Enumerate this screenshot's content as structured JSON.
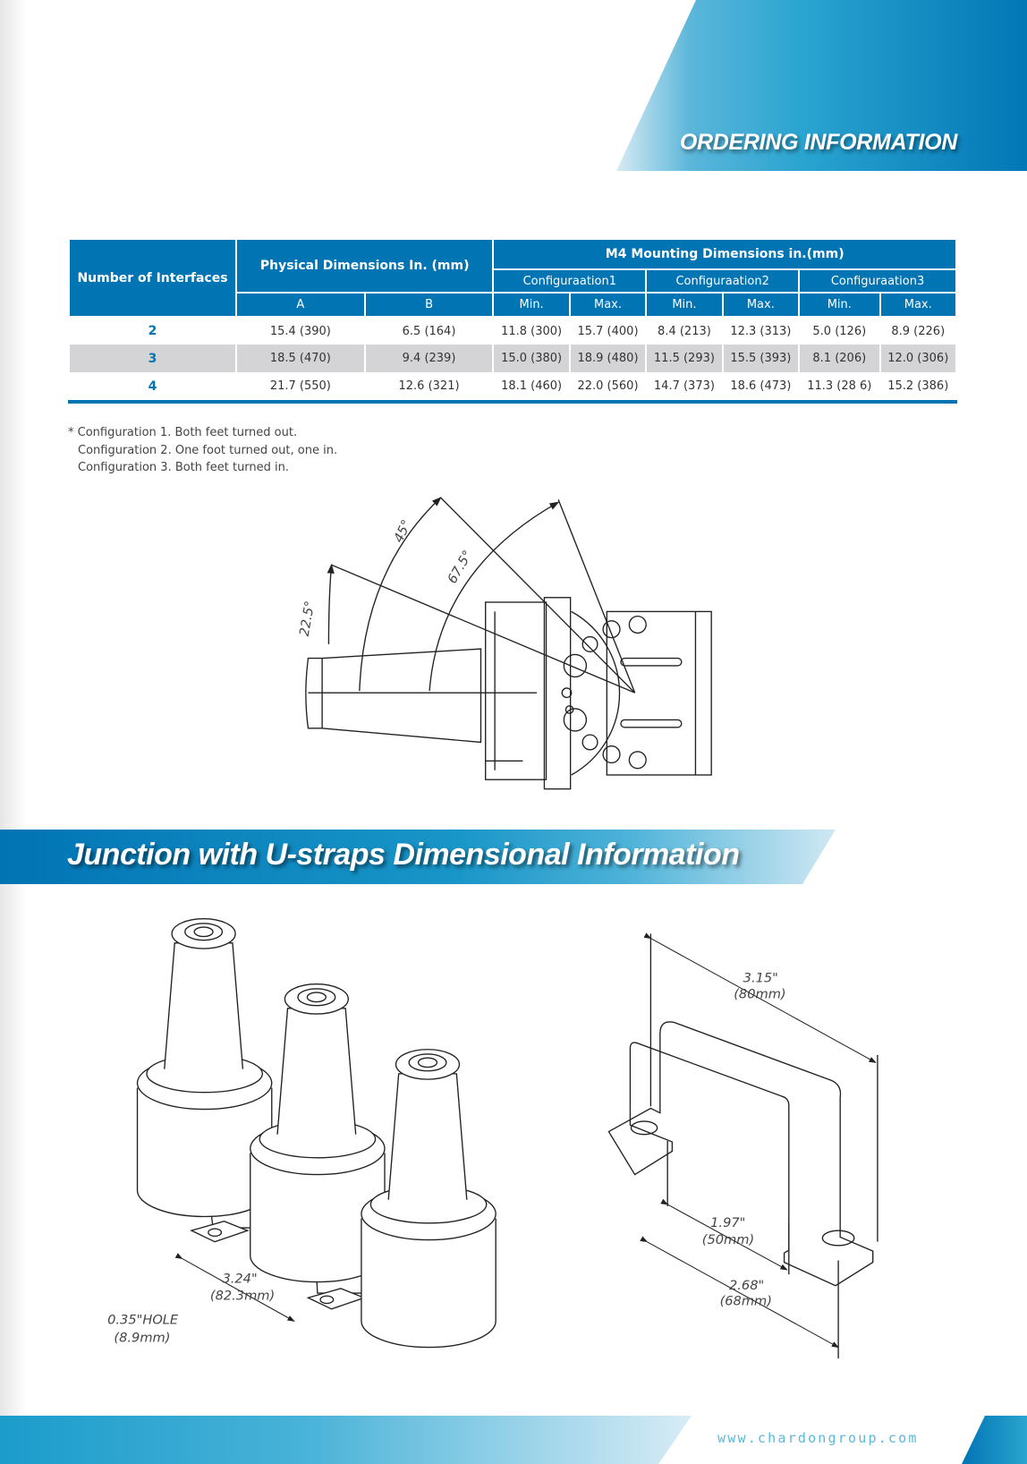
{
  "header": {
    "title": "ORDERING INFORMATION"
  },
  "table": {
    "col_interfaces": "Number of Interfaces",
    "col_physical": "Physical Dimensions In. (mm)",
    "col_m4": "M4 Mounting Dimensions in.(mm)",
    "configs": [
      "Configuraation1",
      "Configuraation2",
      "Configuraation3"
    ],
    "sub": [
      "A",
      "B",
      "Min.",
      "Max.",
      "Min.",
      "Max.",
      "Min.",
      "Max."
    ],
    "rows": [
      [
        "2",
        "15.4 (390)",
        "6.5 (164)",
        "11.8 (300)",
        "15.7 (400)",
        "8.4 (213)",
        "12.3 (313)",
        "5.0 (126)",
        "8.9 (226)"
      ],
      [
        "3",
        "18.5 (470)",
        "9.4 (239)",
        "15.0 (380)",
        "18.9 (480)",
        "11.5 (293)",
        "15.5 (393)",
        "8.1 (206)",
        "12.0 (306)"
      ],
      [
        "4",
        "21.7 (550)",
        "12.6 (321)",
        "18.1 (460)",
        "22.0 (560)",
        "14.7 (373)",
        "18.6 (473)",
        "11.3 (28 6)",
        "15.2 (386)"
      ]
    ]
  },
  "notes": [
    "* Configuration 1. Both feet turned out.",
    "Configuration 2. One foot turned out, one in.",
    "Configuration 3. Both feet turned in."
  ],
  "angles": {
    "a1": "22.5°",
    "a2": "45°",
    "a3": "67.5°"
  },
  "section": {
    "title": "Junction with U-straps Dimensional Information"
  },
  "dims": {
    "spacing": "3.24\"",
    "spacing_mm": "(82.3mm)",
    "hole": "0.35\"HOLE",
    "hole_mm": "(8.9mm)",
    "length": "3.15\"",
    "length_mm": "(80mm)",
    "inner": "1.97\"",
    "inner_mm": "(50mm)",
    "outer": "2.68\"",
    "outer_mm": "(68mm)"
  },
  "footer": {
    "url": "www.chardongroup.com"
  },
  "colors": {
    "brand": "#0174b4",
    "row_alt": "#d4d4d6"
  }
}
